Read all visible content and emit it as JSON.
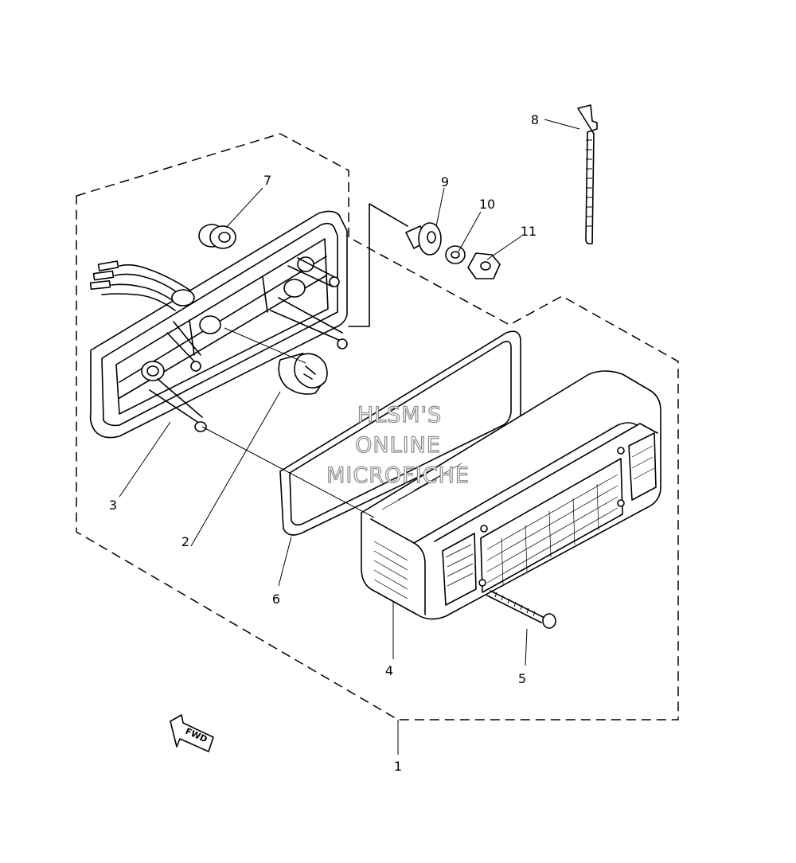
{
  "callouts": {
    "c1": "1",
    "c2": "2",
    "c3": "3",
    "c4": "4",
    "c5": "5",
    "c6": "6",
    "c7": "7",
    "c8": "8",
    "c9": "9",
    "c10": "10",
    "c11": "11"
  },
  "watermark": {
    "line1": "HLSM'S",
    "line2": "ONLINE",
    "line3": "MICROFICHE"
  },
  "direction_arrow": {
    "label": "FWD"
  }
}
